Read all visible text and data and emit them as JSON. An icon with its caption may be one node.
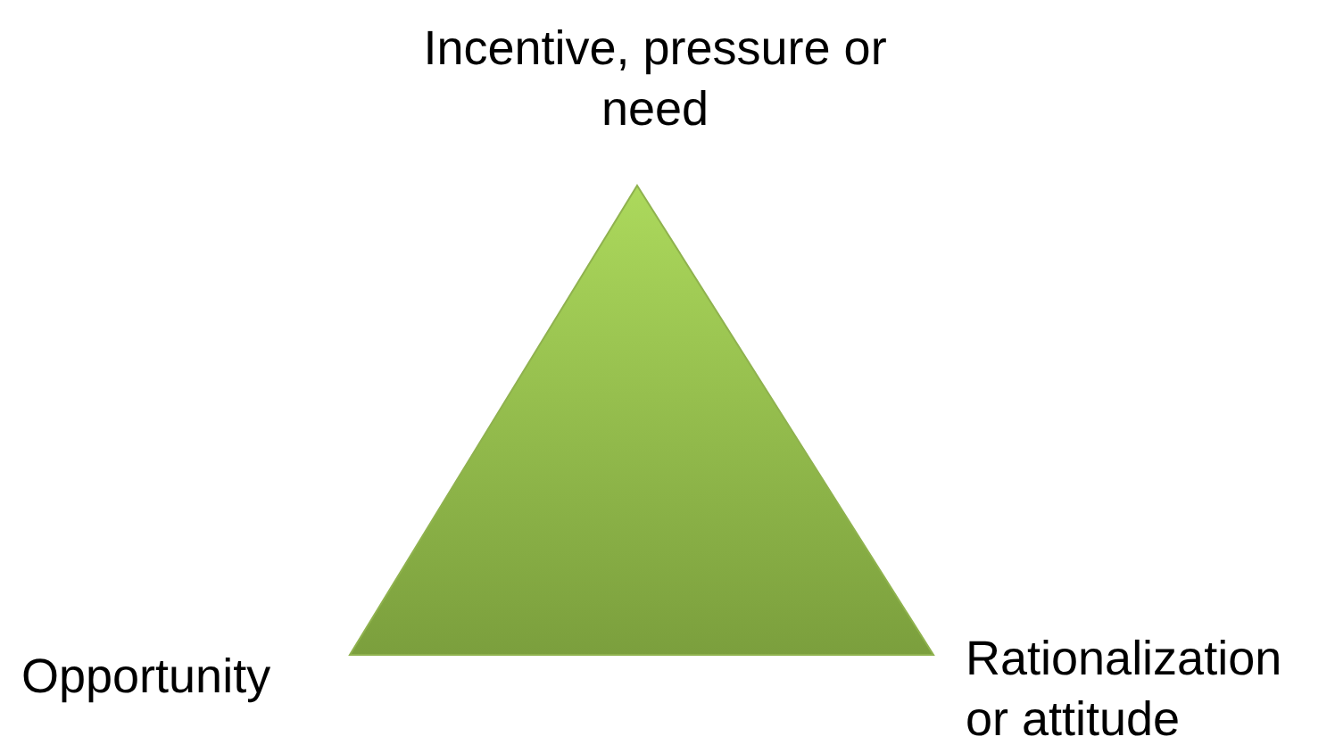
{
  "diagram": {
    "labels": [
      "Incentive, pressure or need",
      "Opportunity",
      "Rationalization or attitude"
    ]
  }
}
